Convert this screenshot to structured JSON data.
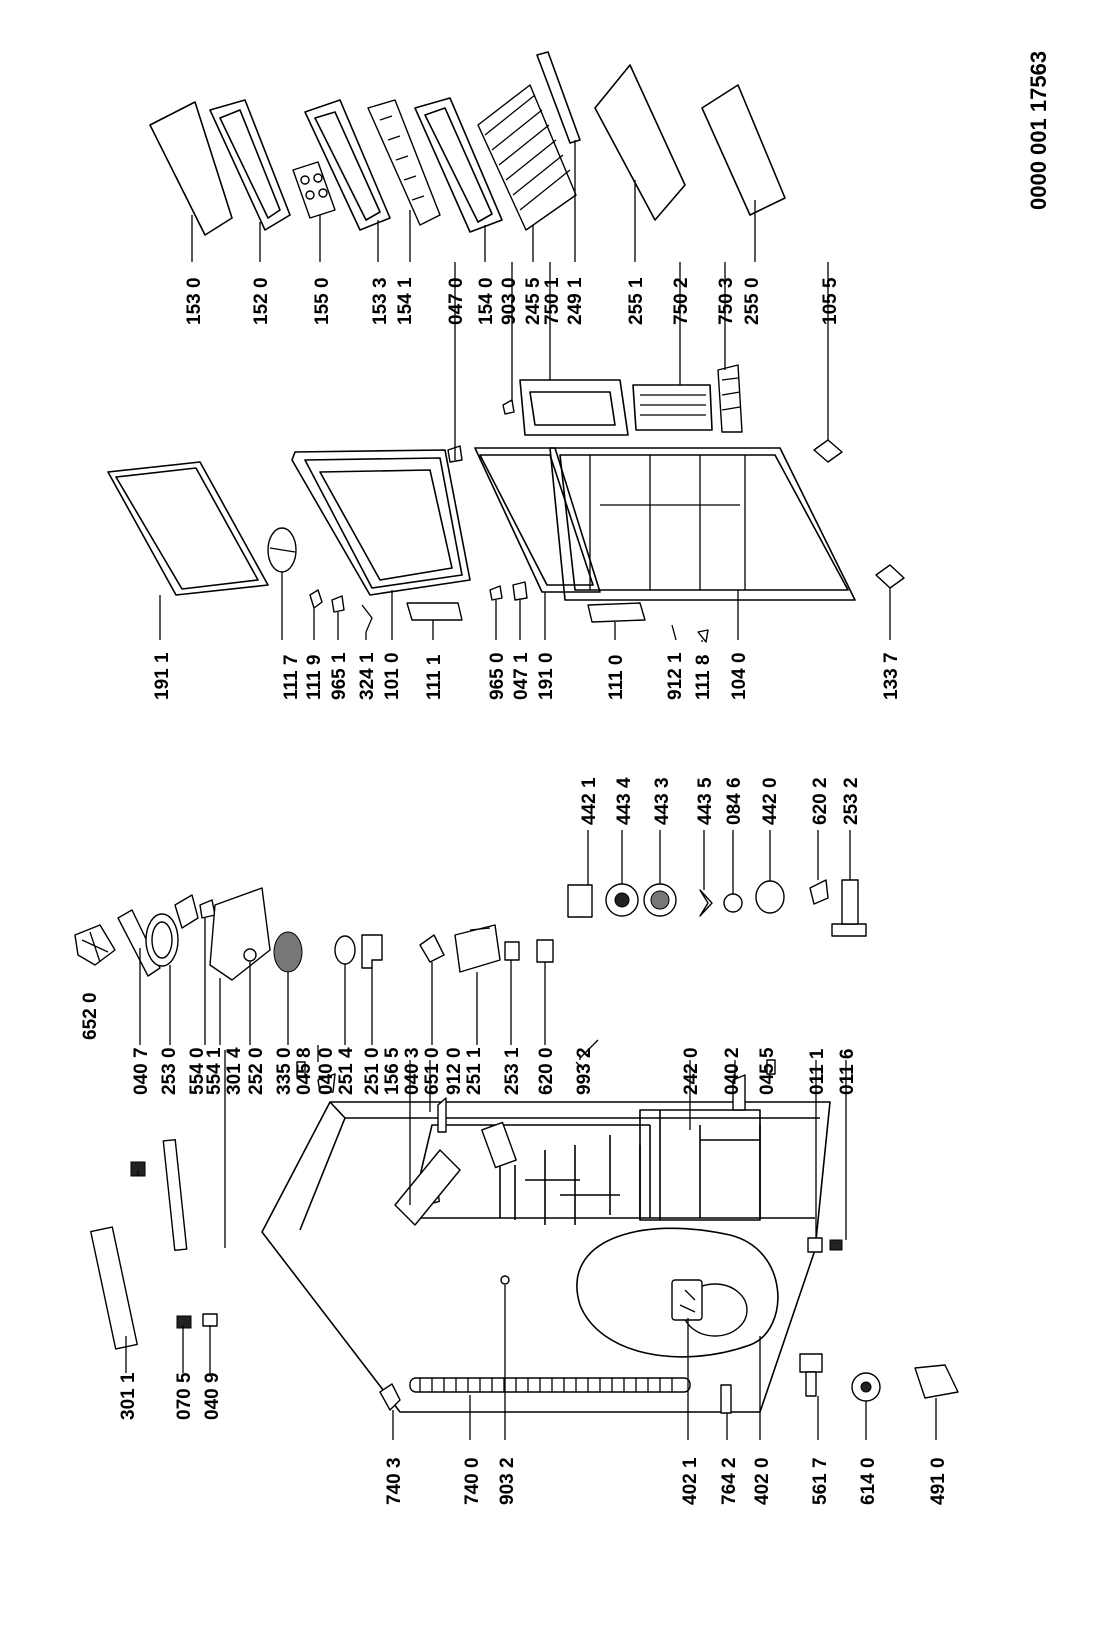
{
  "document_number": "0000 001 17563",
  "labels": [
    "301 1",
    "070 5",
    "040 9",
    "040 7",
    "253 0",
    "554 0",
    "554 1",
    "301 4",
    "252 0",
    "335 0",
    "045 8",
    "040 0",
    "251 4",
    "251 0",
    "156 5",
    "040 3",
    "651 0",
    "912 0",
    "251 1",
    "253 1",
    "620 0",
    "993 2",
    "242 0",
    "040 2",
    "045 5",
    "011 1",
    "011 6",
    "652 0",
    "740 3",
    "740 0",
    "903 2",
    "402 1",
    "764 2",
    "402 0",
    "561 7",
    "614 0",
    "491 0",
    "442 1",
    "443 4",
    "443 3",
    "443 5",
    "084 6",
    "442 0",
    "620 2",
    "253 2",
    "191 1",
    "111 7",
    "111 9",
    "965 1",
    "324 1",
    "101 0",
    "111 1",
    "965 0",
    "047 1",
    "191 0",
    "111 0",
    "912 1",
    "111 8",
    "104 0",
    "133 7",
    "153 0",
    "152 0",
    "155 0",
    "153 3",
    "154 1",
    "047 0",
    "154 0",
    "903 0",
    "245 5",
    "750 1",
    "249 1",
    "255 1",
    "750 2",
    "750 3",
    "255 0",
    "105 5"
  ]
}
